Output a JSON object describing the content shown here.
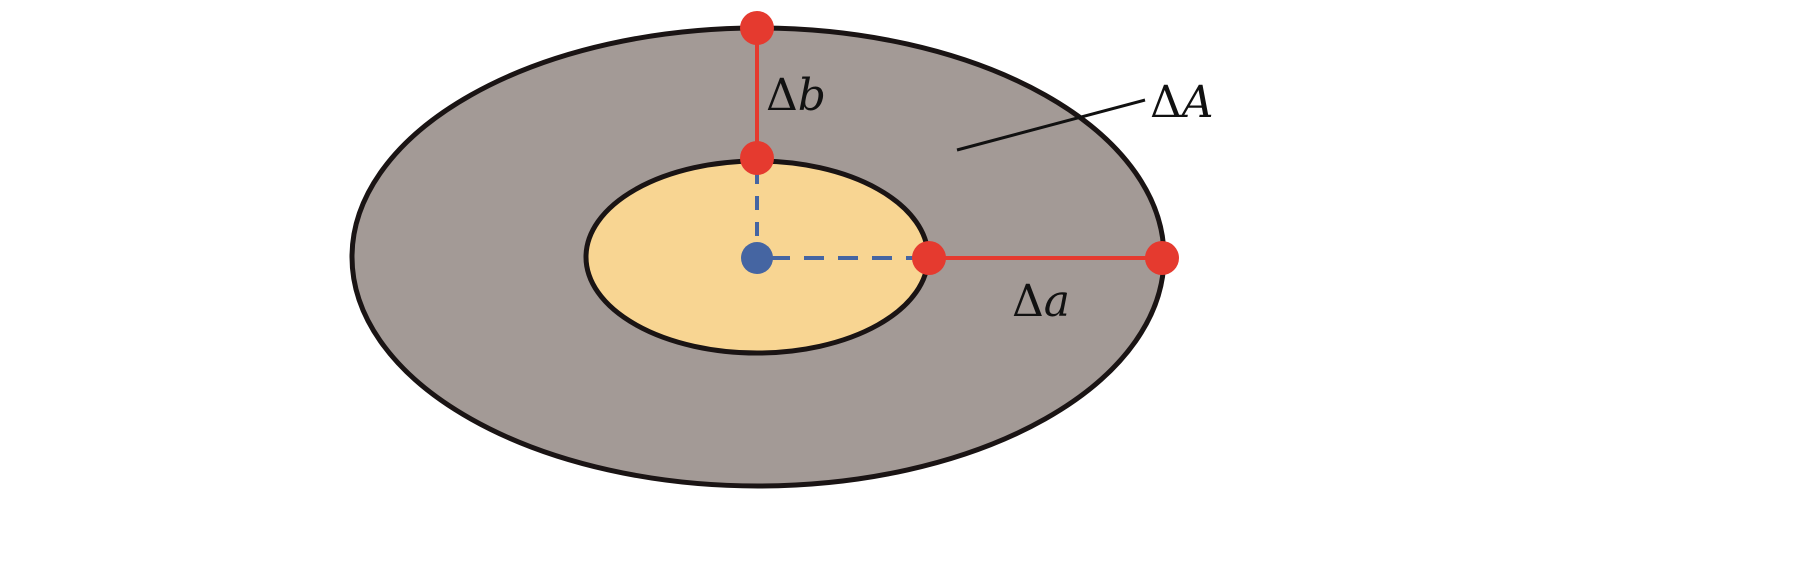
{
  "labels": {
    "delta_b": {
      "delta": "Δ",
      "var": "b"
    },
    "delta_a": {
      "delta": "Δ",
      "var": "a"
    },
    "delta_A": {
      "delta": "Δ",
      "var": "A"
    }
  },
  "colors": {
    "outer_fill": "#a39a96",
    "inner_fill": "#f8d592",
    "outline": "#1a1414",
    "red": "#e53a2f",
    "blue": "#4565a2"
  }
}
